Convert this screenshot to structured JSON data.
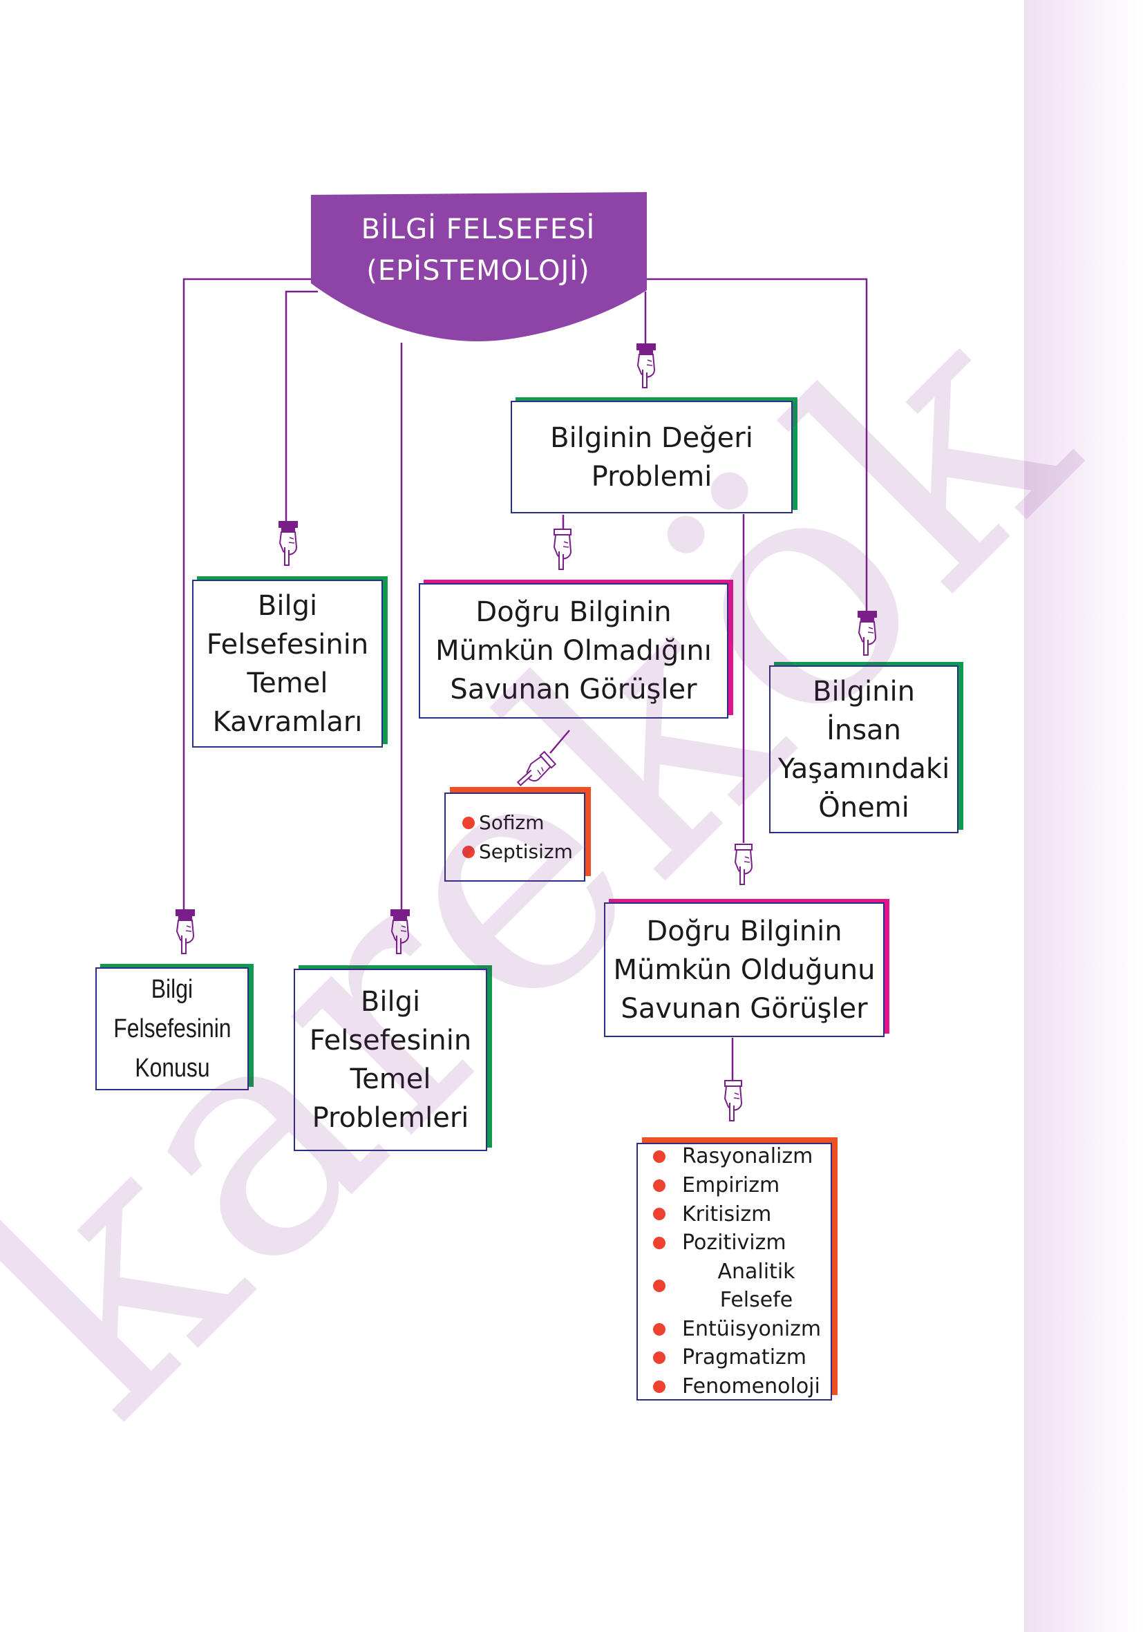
{
  "header": {
    "line1": "BİLGİ FELSEFESİ",
    "line2": "(EPİSTEMOLOJİ)"
  },
  "nodes": {
    "temel_kavramlar": [
      "Bilgi",
      "Felsefesinin",
      "Temel",
      "Kavramları"
    ],
    "konusu": [
      "Bilgi",
      "Felsefesinin",
      "Konusu"
    ],
    "temel_problemler": [
      "Bilgi",
      "Felsefesinin",
      "Temel",
      "Problemleri"
    ],
    "deger_problemi": [
      "Bilginin Değeri",
      "Problemi"
    ],
    "mumkun_olmadigi": [
      "Doğru Bilginin",
      "Mümkün Olmadığını",
      "Savunan Görüşler"
    ],
    "mumkun_oldugu": [
      "Doğru Bilginin",
      "Mümkün Olduğunu",
      "Savunan Görüşler"
    ],
    "insan_yasami": [
      "Bilginin",
      "İnsan",
      "Yaşamındaki",
      "Önemi"
    ]
  },
  "lists": {
    "skeptical_views": [
      "Sofizm",
      "Septisizm"
    ],
    "affirming_views": [
      "Rasyonalizm",
      "Empirizm",
      "Kritisizm",
      "Pozitivizm",
      "Analitik Felsefe",
      "Entüisyonizm",
      "Pragmatizm",
      "Fenomenoloji"
    ]
  },
  "watermark": "karekök",
  "colors": {
    "header_fill": "#8e44a6",
    "connector": "#7a1f8a",
    "box_border": "#2a2f86",
    "green_accent": "#0f9a4f",
    "pink_accent": "#e2168c",
    "orange_accent": "#ee4f23",
    "bullet": "#ee4130",
    "side_strip": "#efe0f2"
  },
  "icons": [
    "pointing-hand-icon"
  ]
}
